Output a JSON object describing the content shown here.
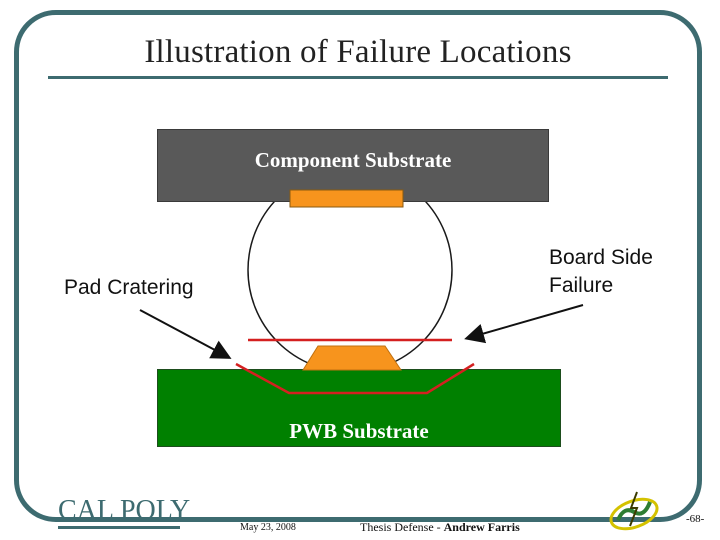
{
  "slide": {
    "title": "Illustration of Failure Locations"
  },
  "diagram": {
    "component_substrate": "Component Substrate",
    "pwb_substrate": "PWB Substrate",
    "pad_cratering": "Pad Cratering",
    "board_side_line1": "Board Side",
    "board_side_line2": "Failure"
  },
  "colors": {
    "frame": "#3d6b70",
    "component_substrate": "#595959",
    "pwb_substrate": "#008000",
    "pad": "#f7941d",
    "failure_line": "#d42020"
  },
  "footer": {
    "logo_text": "CAL POLY",
    "date": "May 23, 2008",
    "presentation_prefix": "Thesis Defense - ",
    "presenter": "Andrew Farris",
    "page": "-68-",
    "lab_logo": "lab-logo-icon"
  }
}
